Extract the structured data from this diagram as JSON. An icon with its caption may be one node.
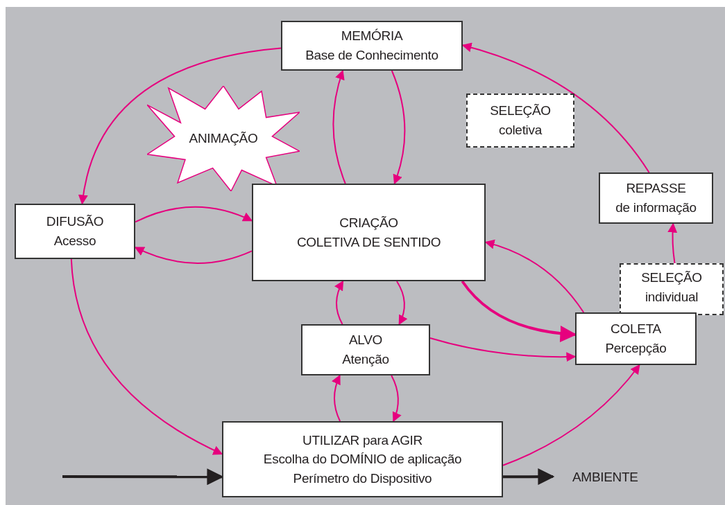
{
  "diagram": {
    "nodes": [
      {
        "text": [
          "MEMÓRIA",
          "Base de Conhecimento"
        ]
      },
      {
        "text": [
          "ANIMAÇÃO"
        ]
      },
      {
        "text": [
          "SELEÇÃO",
          "coletiva"
        ]
      },
      {
        "text": [
          "DIFUSÃO",
          "Acesso"
        ]
      },
      {
        "text": [
          "CRIAÇÃO",
          "COLETIVA DE SENTIDO"
        ]
      },
      {
        "text": [
          "REPASSE",
          "de informação"
        ]
      },
      {
        "text": [
          "SELEÇÃO",
          "individual"
        ]
      },
      {
        "text": [
          "COLETA",
          "Percepção"
        ]
      },
      {
        "text": [
          "ALVO",
          "Atenção"
        ]
      },
      {
        "text": [
          "UTILIZAR para AGIR",
          "Escolha do DOMÍNIO de aplicação",
          "Perímetro do Dispositivo"
        ]
      },
      {
        "text": [
          "AMBIENTE"
        ]
      }
    ],
    "edges": [
      {
        "from": 0,
        "to": 3,
        "arrow": "to"
      },
      {
        "from": 4,
        "to": 0,
        "arrow": "to"
      },
      {
        "from": 0,
        "to": 4,
        "arrow": "to"
      },
      {
        "from": 3,
        "to": 4,
        "arrow": "to"
      },
      {
        "from": 4,
        "to": 3,
        "arrow": "to"
      },
      {
        "from": 3,
        "to": 9,
        "arrow": "to"
      },
      {
        "from": 8,
        "to": 4,
        "arrow": "to"
      },
      {
        "from": 4,
        "to": 8,
        "arrow": "to"
      },
      {
        "from": 9,
        "to": 8,
        "arrow": "to"
      },
      {
        "from": 8,
        "to": 9,
        "arrow": "to"
      },
      {
        "from": 4,
        "to": 7,
        "arrow": "to",
        "style": "thick"
      },
      {
        "from": 8,
        "to": 7,
        "arrow": "to"
      },
      {
        "from": 7,
        "to": 4,
        "arrow": "to"
      },
      {
        "from": 9,
        "to": 7,
        "arrow": "to"
      },
      {
        "from": 6,
        "to": 5,
        "arrow": "to"
      },
      {
        "from": 5,
        "to": 0,
        "arrow": "to"
      },
      {
        "from": null,
        "to": 9,
        "arrow": "to",
        "style": "thick",
        "color": "#231f20"
      },
      {
        "from": 9,
        "to": 10,
        "arrow": "to",
        "style": "thick",
        "color": "#231f20"
      }
    ]
  }
}
